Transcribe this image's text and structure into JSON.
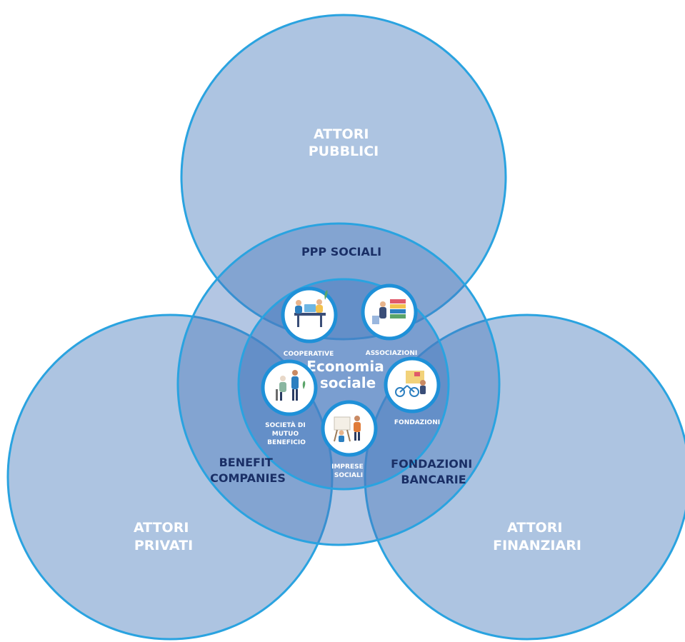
{
  "colors": {
    "outer_fill": "#7a9fcf",
    "stroke": "#2aa3e0",
    "inner_fill": "#5583c4",
    "center_fill": "#4b7dc1",
    "icon_ring": "#1e90d8",
    "dark_text": "#1a2f66"
  },
  "circles": {
    "top": {
      "label_lines": [
        "ATTORI",
        "PUBBLICI"
      ]
    },
    "left": {
      "label_lines": [
        "ATTORI",
        "PRIVATI"
      ]
    },
    "right": {
      "label_lines": [
        "ATTORI",
        "FINANZIARI"
      ]
    }
  },
  "overlaps": {
    "top": "PPP SOCIALI",
    "left_lines": [
      "BENEFIT",
      "COMPANIES"
    ],
    "right_lines": [
      "FONDAZIONI",
      "BANCARIE"
    ]
  },
  "center": {
    "title_lines": [
      "Economia",
      "sociale"
    ]
  },
  "entities": [
    {
      "key": "cooperative",
      "label_lines": [
        "COOPERATIVE"
      ],
      "icon": "office-workers-icon"
    },
    {
      "key": "associazioni",
      "label_lines": [
        "ASSOCIAZIONI"
      ],
      "icon": "books-shelf-icon"
    },
    {
      "key": "societa",
      "label_lines": [
        "SOCIETÀ DI",
        "MUTUO",
        "BENEFICIO"
      ],
      "icon": "care-giver-icon"
    },
    {
      "key": "imprese",
      "label_lines": [
        "IMPRESE",
        "SOCIALI"
      ],
      "icon": "presentation-icon"
    },
    {
      "key": "fondazioni",
      "label_lines": [
        "FONDAZIONI"
      ],
      "icon": "charity-bike-icon"
    }
  ]
}
